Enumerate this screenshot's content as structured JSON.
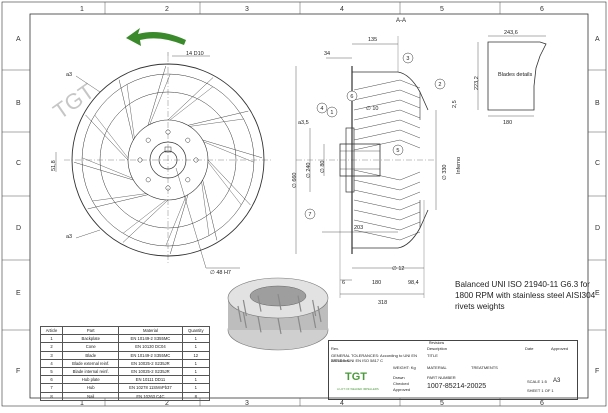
{
  "sheet": {
    "cols_top": [
      "1",
      "2",
      "3",
      "4",
      "5",
      "6"
    ],
    "rows_left": [
      "A",
      "B",
      "C",
      "D",
      "E",
      "F"
    ],
    "section_label": "A-A",
    "section_marker": "A"
  },
  "left_view": {
    "dim_top": "14  D10",
    "dim_a3_top": "a3",
    "dim_a3_bottom": "a3",
    "dim_hub": "51,8",
    "dim_bore": "∅ 48  H7",
    "callout_1": "1"
  },
  "section_view": {
    "dims": {
      "d135": "135",
      "d34": "34",
      "d10": "∅ 10",
      "d25": "2,5",
      "a35": "a3,5",
      "d660": "∅ 660",
      "d240": "∅ 240",
      "d80": "∅ 80",
      "d330": "∅ 330",
      "inferno": "Inferno",
      "d203": "203",
      "d12": "∅ 12",
      "d6": "6",
      "d180": "180",
      "d984": "98,4",
      "d318": "318"
    },
    "callouts": [
      "1",
      "2",
      "3",
      "4",
      "5",
      "6",
      "7"
    ]
  },
  "blade_detail": {
    "w_top": "243,6",
    "h": "223,2",
    "w_bottom": "180",
    "label": "Blades details"
  },
  "note": "Balanced UNI ISO 21940-11 G6.3 for 1800 RPM with stainless steel AISI304 rivets weights",
  "bom": {
    "headers": [
      "Article",
      "Part",
      "Material",
      "Quantity"
    ],
    "rows": [
      [
        "1",
        "Backplate",
        "EN 10149-2 S355MC",
        "1"
      ],
      [
        "2",
        "Cone",
        "EN 10130 DC04",
        "1"
      ],
      [
        "3",
        "Blade",
        "EN 10149-2 S355MC",
        "12"
      ],
      [
        "4",
        "Blade external reinf.",
        "EN 10025-2 S235JR",
        "1"
      ],
      [
        "5",
        "Blade internal reinf.",
        "EN 10025-2 S235JR",
        "1"
      ],
      [
        "6",
        "Hub plate",
        "EN 10111 DD11",
        "1"
      ],
      [
        "7",
        "Hub",
        "EN 10278 11SMnPb37",
        "1"
      ],
      [
        "8",
        "Nail",
        "EN 10263 C4C",
        "8"
      ]
    ]
  },
  "title_block": {
    "revisions": "Revisions",
    "rev": "Rev.",
    "description": "Description",
    "date": "Date",
    "approved": "Approved",
    "tolerance_line": "GENERAL TOLERANCES: According to UNI EN 22768-mK",
    "welds_line": "WELDS: UNI EN ISO 5817 C",
    "weight": "WEIGHT: Kg",
    "title_lbl": "TITLE",
    "material": "MATERIAL",
    "treatments": "TREATMENTS",
    "part_number_lbl": "PART NUMBER",
    "drawn": "Drawn",
    "checked": "Checked",
    "approved2": "Approved",
    "part_number": "1007-85214-20025",
    "scale": "SCALE 1:5",
    "size": "A3",
    "sheet_no": "SHEET 1 OF 1",
    "logo": "TGT",
    "logo_sub": "A LOT OF WELDED IMPELLERS"
  }
}
